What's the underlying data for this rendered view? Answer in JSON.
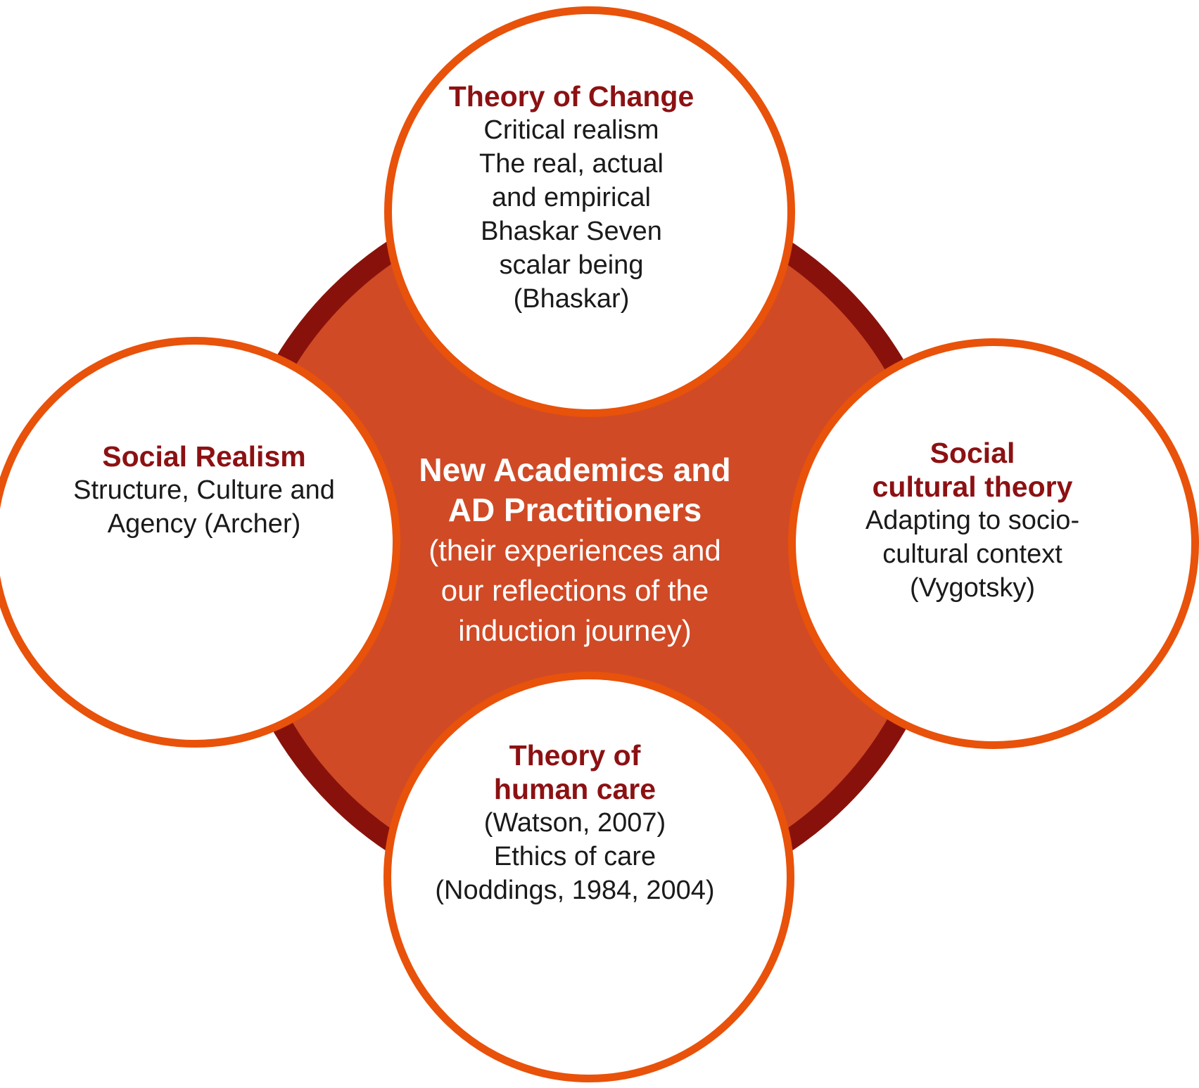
{
  "colors": {
    "central_fill": "#D04A26",
    "central_ring": "#88120B",
    "satellite_border": "#E8520A",
    "title_text": "#8C1113",
    "body_text": "#1A1A1A",
    "center_text": "#FFFFFF",
    "background": "#FFFFFF"
  },
  "center": {
    "title1": "New Academics and",
    "title2": "AD Practitioners",
    "body": [
      "(their experiences and",
      "our reflections of the",
      "induction journey)"
    ]
  },
  "top": {
    "title": "Theory of Change",
    "body": [
      "Critical realism",
      "The real, actual",
      "and empirical",
      "Bhaskar Seven",
      "scalar being",
      "(Bhaskar)"
    ]
  },
  "left": {
    "title": "Social Realism",
    "body": [
      "Structure, Culture and",
      "Agency (Archer)"
    ]
  },
  "right": {
    "title1": "Social",
    "title2": "cultural theory",
    "body": [
      "Adapting to socio-",
      "cultural context",
      "(Vygotsky)"
    ]
  },
  "bottom": {
    "title1": "Theory of",
    "title2": "human care",
    "body": [
      "(Watson, 2007)",
      "Ethics of care",
      "(Noddings, 1984, 2004)"
    ]
  }
}
